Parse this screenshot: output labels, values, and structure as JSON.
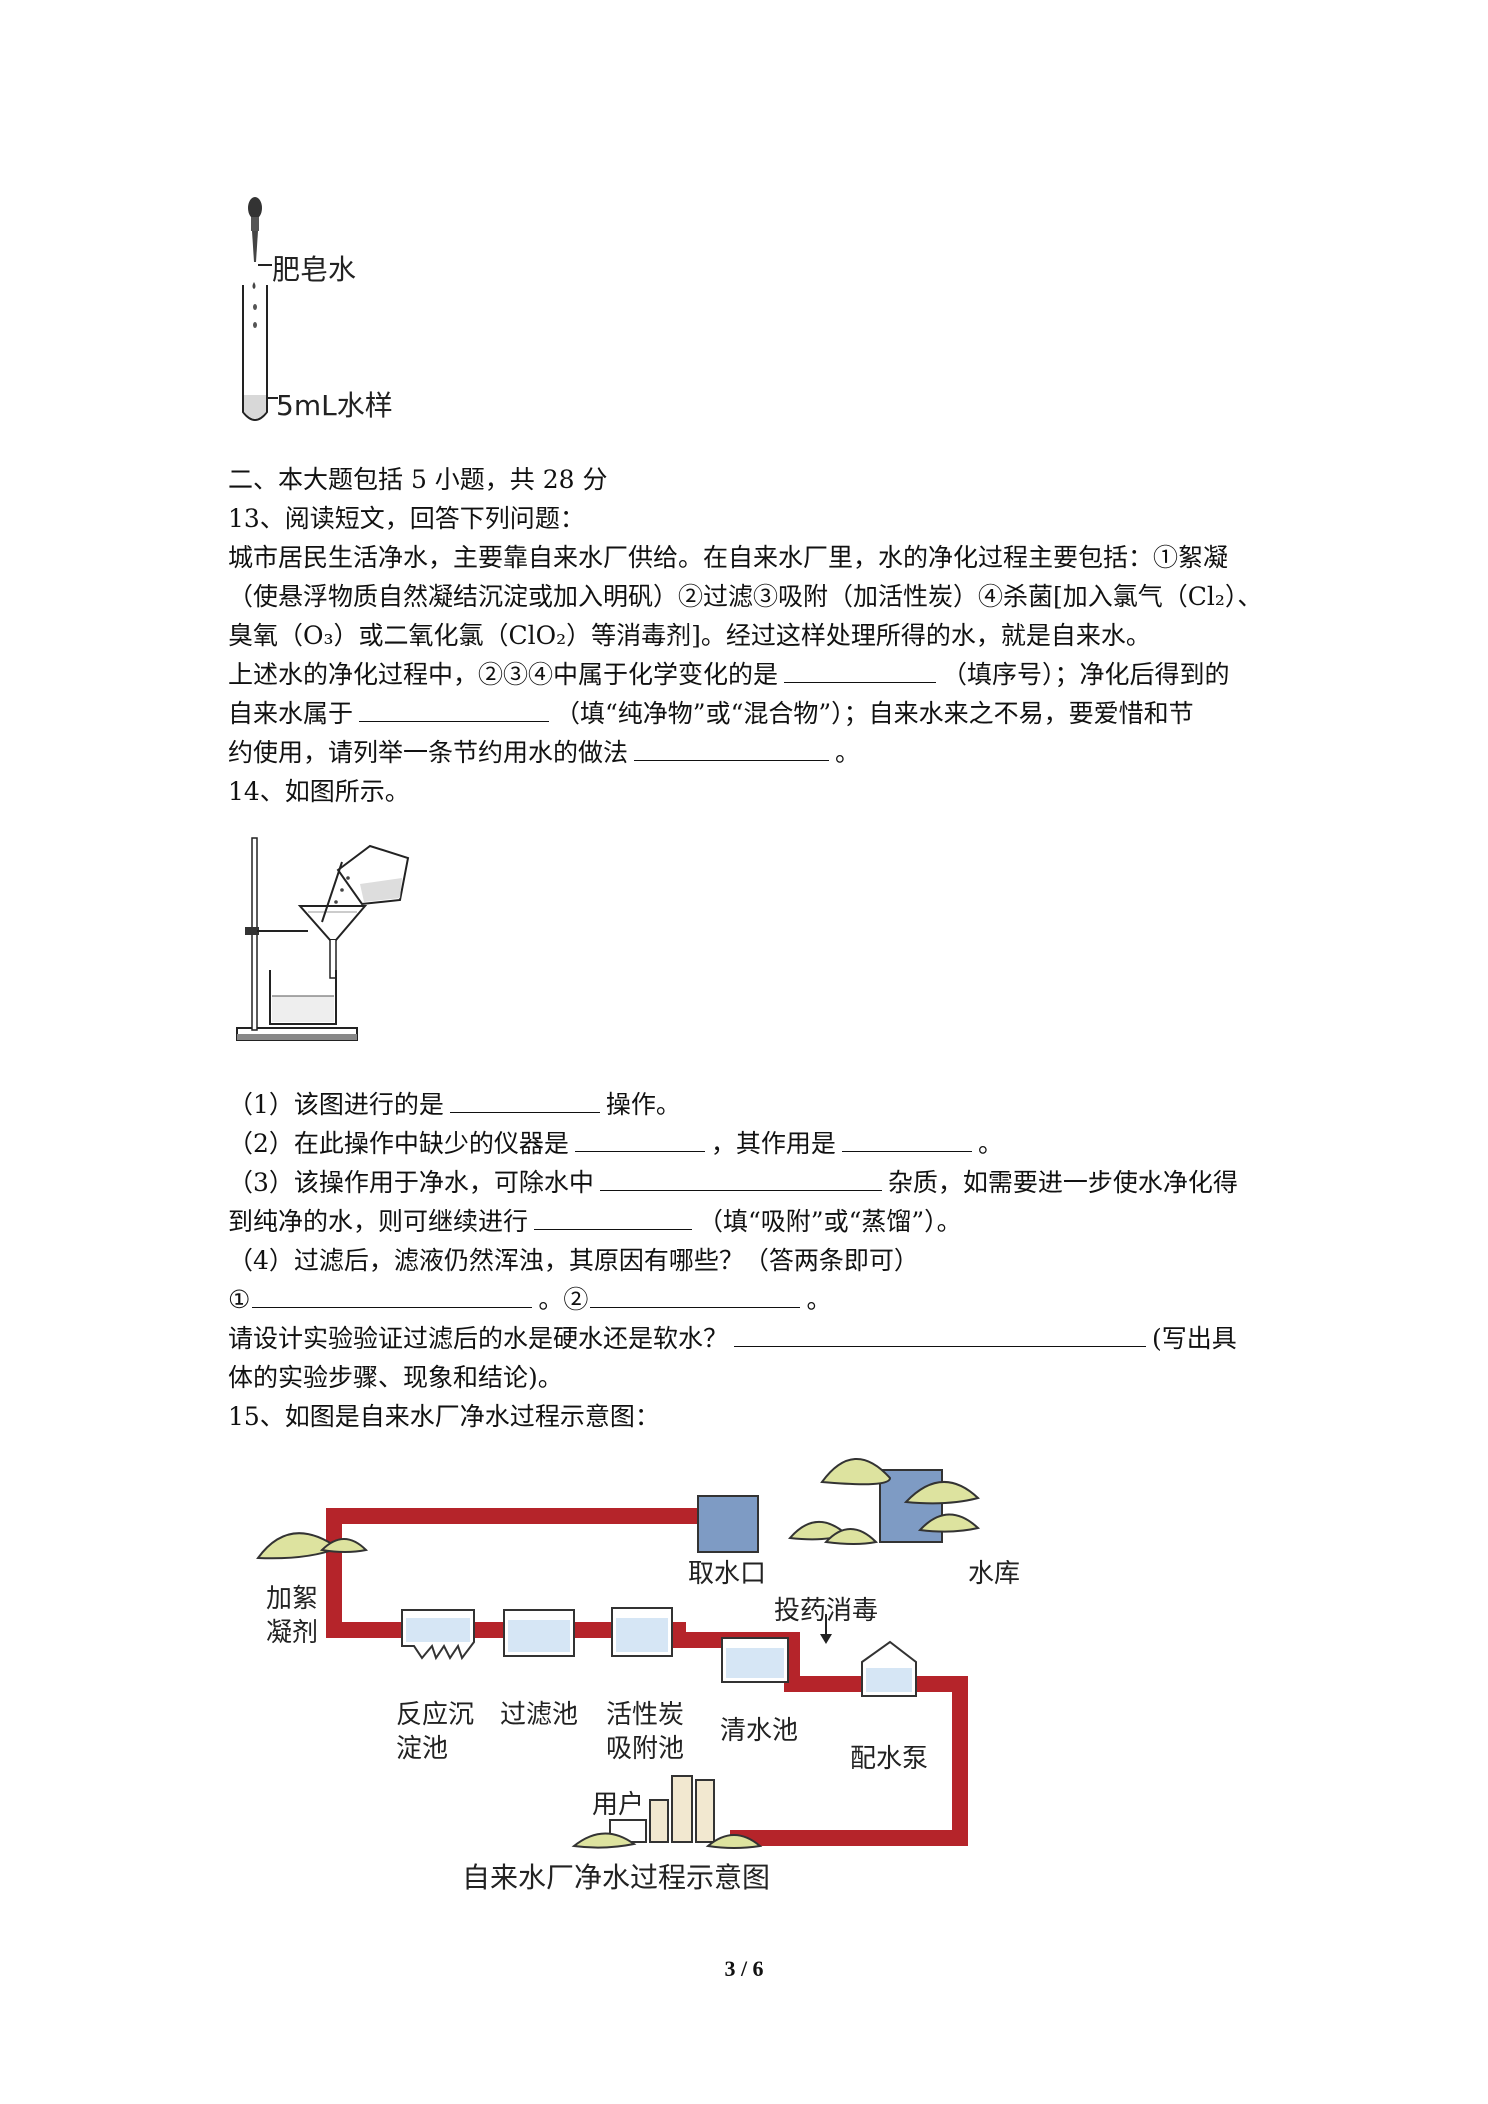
{
  "fig_dropper": {
    "label_dropper": "肥皂水",
    "label_tube": "5mL水样"
  },
  "section2": {
    "heading": "二、本大题包括 5 小题，共 28 分"
  },
  "q13": {
    "title": "13、阅读短文，回答下列问题：",
    "p1": "城市居民生活净水，主要靠自来水厂供给。在自来水厂里，水的净化过程主要包括：①絮凝",
    "p2": "（使悬浮物质自然凝结沉淀或加入明矾）②过滤③吸附（加活性炭）④杀菌[加入氯气（Cl₂）、",
    "p3": "臭氧（O₃）或二氧化氯（ClO₂）等消毒剂]。经过这样处理所得的水，就是自来水。",
    "p4a": "上述水的净化过程中，②③④中属于化学变化的是",
    "p4b": "（填序号）；净化后得到的",
    "p5a": "自来水属于",
    "p5b": "（填“纯净物”或“混合物”）；自来水来之不易，要爱惜和节",
    "p6a": "约使用，请列举一条节约用水的做法",
    "p6b": "。"
  },
  "q14": {
    "title": "14、如图所示。",
    "s1a": "（1）该图进行的是",
    "s1b": "操作。",
    "s2a": "（2）在此操作中缺少的仪器是",
    "s2b": "，其作用是",
    "s2c": "。",
    "s3a": "（3）该操作用于净水，可除水中",
    "s3b": "杂质，如需要进一步使水净化得",
    "s3c": "到纯净的水，则可继续进行",
    "s3d": "（填“吸附”或“蒸馏”）。",
    "s4": "（4）过滤后，滤液仍然浑浊，其原因有哪些？（答两条即可）",
    "s4a": "①",
    "s4b": "。②",
    "s4c": "。",
    "s5a": "请设计实验验证过滤后的水是硬水还是软水？",
    "s5b": "(写出具",
    "s5c": "体的实验步骤、现象和结论)。"
  },
  "q15": {
    "title": "15、如图是自来水厂净水过程示意图：",
    "labels": {
      "intake": "取水口",
      "reservoir": "水库",
      "coag1": "加絮",
      "coag2": "凝剂",
      "dosing": "投药消毒",
      "settle1": "反应沉",
      "settle2": "淀池",
      "filter": "过滤池",
      "carbon1": "活性炭",
      "carbon2": "吸附池",
      "clear": "清水池",
      "pump": "配水泵",
      "user": "用户",
      "caption": "自来水厂净水过程示意图"
    }
  },
  "footer": {
    "page": "3 / 6"
  }
}
